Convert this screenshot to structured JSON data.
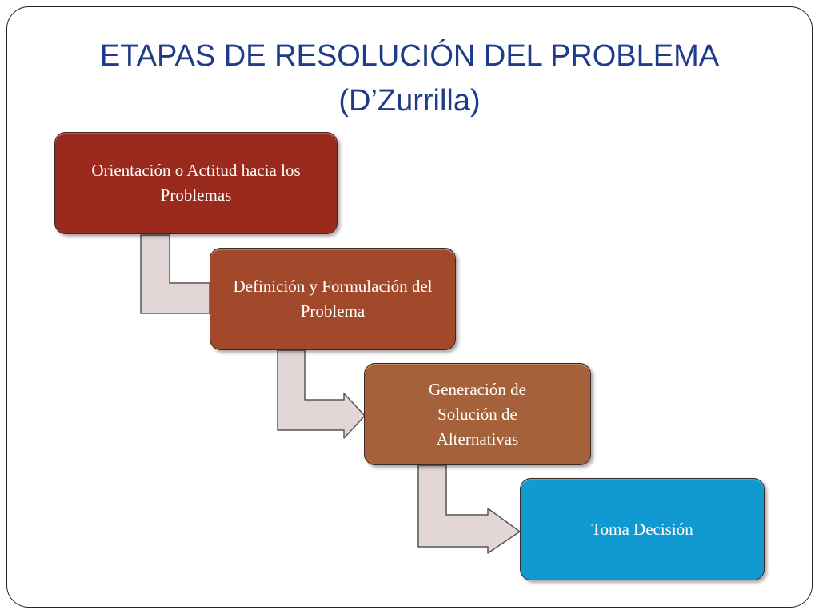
{
  "slide": {
    "title_line1": "ETAPAS DE RESOLUCIÓN DEL PROBLEMA",
    "title_line2": "(D’Zurrilla)"
  },
  "steps": [
    {
      "label": "Orientación o Actitud hacia los Problemas",
      "color": "#9a2a1e"
    },
    {
      "label": "Definición y Formulación del Problema",
      "color": "#a3492b"
    },
    {
      "label": "Generación de Solución de Alternativas",
      "color": "#a4613a"
    },
    {
      "label": "Toma Decisión",
      "color": "#1199d2"
    }
  ],
  "colors": {
    "title": "#1f3c88",
    "arrow_fill": "#e2d6d6",
    "arrow_stroke": "#555555"
  }
}
